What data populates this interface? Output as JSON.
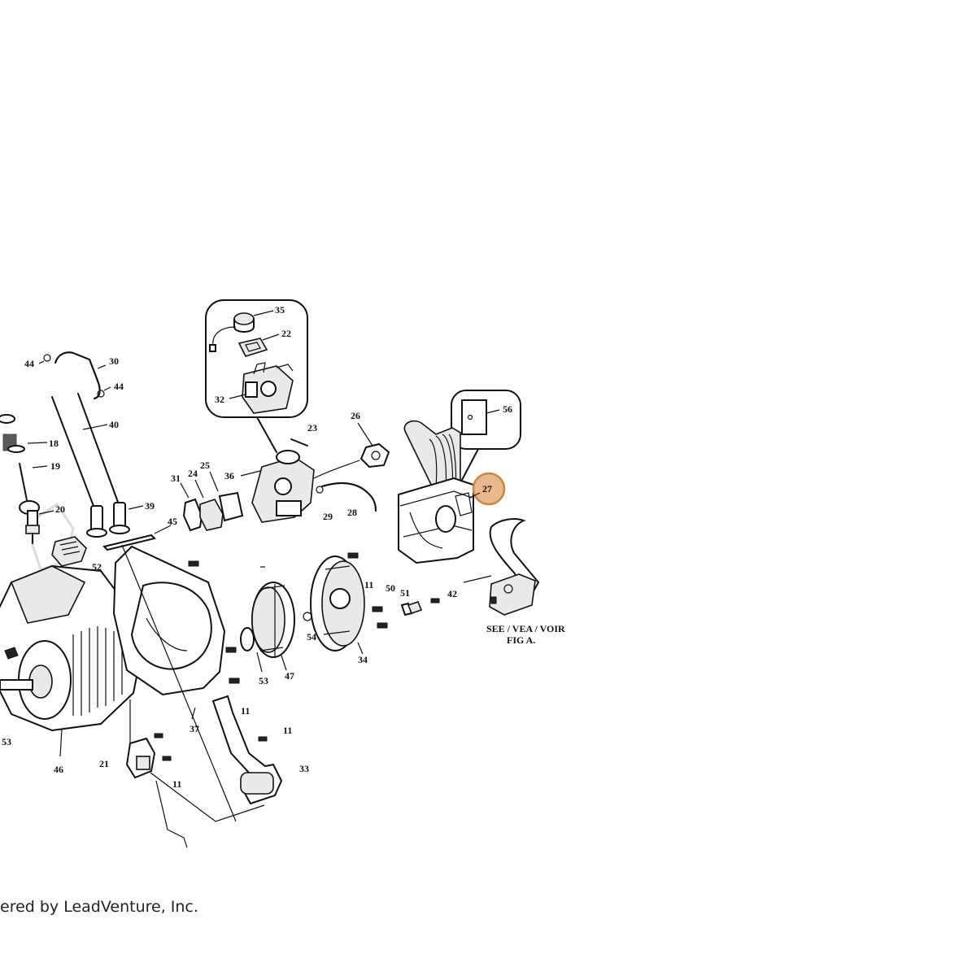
{
  "callouts": [
    {
      "id": "35",
      "label": "35"
    },
    {
      "id": "22",
      "label": "22"
    },
    {
      "id": "32",
      "label": "32"
    },
    {
      "id": "23",
      "label": "23"
    },
    {
      "id": "26",
      "label": "26"
    },
    {
      "id": "56",
      "label": "56"
    },
    {
      "id": "27",
      "label": "27"
    },
    {
      "id": "44a",
      "label": "44"
    },
    {
      "id": "30",
      "label": "30"
    },
    {
      "id": "44b",
      "label": "44"
    },
    {
      "id": "40",
      "label": "40"
    },
    {
      "id": "18",
      "label": "18"
    },
    {
      "id": "19",
      "label": "19"
    },
    {
      "id": "36",
      "label": "36"
    },
    {
      "id": "31",
      "label": "31"
    },
    {
      "id": "24",
      "label": "24"
    },
    {
      "id": "25",
      "label": "25"
    },
    {
      "id": "29",
      "label": "29"
    },
    {
      "id": "28",
      "label": "28"
    },
    {
      "id": "20",
      "label": "20"
    },
    {
      "id": "39",
      "label": "39"
    },
    {
      "id": "45",
      "label": "45"
    },
    {
      "id": "52",
      "label": "52"
    },
    {
      "id": "11a",
      "label": "11"
    },
    {
      "id": "50",
      "label": "50"
    },
    {
      "id": "51",
      "label": "51"
    },
    {
      "id": "42",
      "label": "42"
    },
    {
      "id": "54",
      "label": "54"
    },
    {
      "id": "53a",
      "label": "53"
    },
    {
      "id": "47",
      "label": "47"
    },
    {
      "id": "34",
      "label": "34"
    },
    {
      "id": "37",
      "label": "37"
    },
    {
      "id": "11b",
      "label": "11"
    },
    {
      "id": "11c",
      "label": "11"
    },
    {
      "id": "33",
      "label": "33"
    },
    {
      "id": "53b",
      "label": "53"
    },
    {
      "id": "46",
      "label": "46"
    },
    {
      "id": "21",
      "label": "21"
    },
    {
      "id": "11d",
      "label": "11"
    }
  ],
  "highlighted_callout": "27",
  "notes": {
    "see_fig_line1": "SEE / VEA / VOIR",
    "see_fig_line2": "FIG A."
  },
  "footer": {
    "text": "ered by LeadVenture, Inc."
  },
  "colors": {
    "highlight_fill": "#e9b88c",
    "highlight_stroke": "#c98743",
    "line": "#111111"
  }
}
